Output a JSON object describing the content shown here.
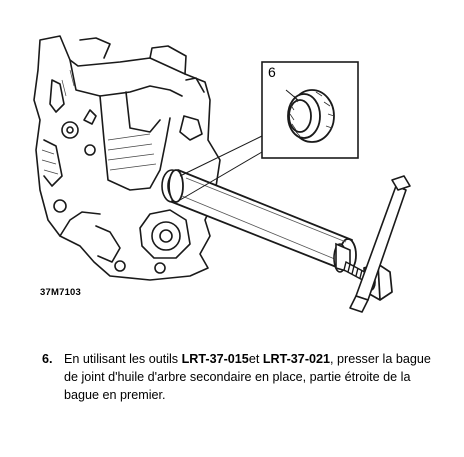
{
  "figure": {
    "callout_number": "6",
    "code": "37M7103"
  },
  "instruction": {
    "step_number": "6.",
    "text_before": "En utilisant les outils ",
    "tool_1": "LRT-37-015",
    "text_between": "et ",
    "tool_2": "LRT-37-021",
    "text_after": ", presser la bague de joint d'huile d'arbre secondaire en place, partie étroite de la bague en premier."
  }
}
